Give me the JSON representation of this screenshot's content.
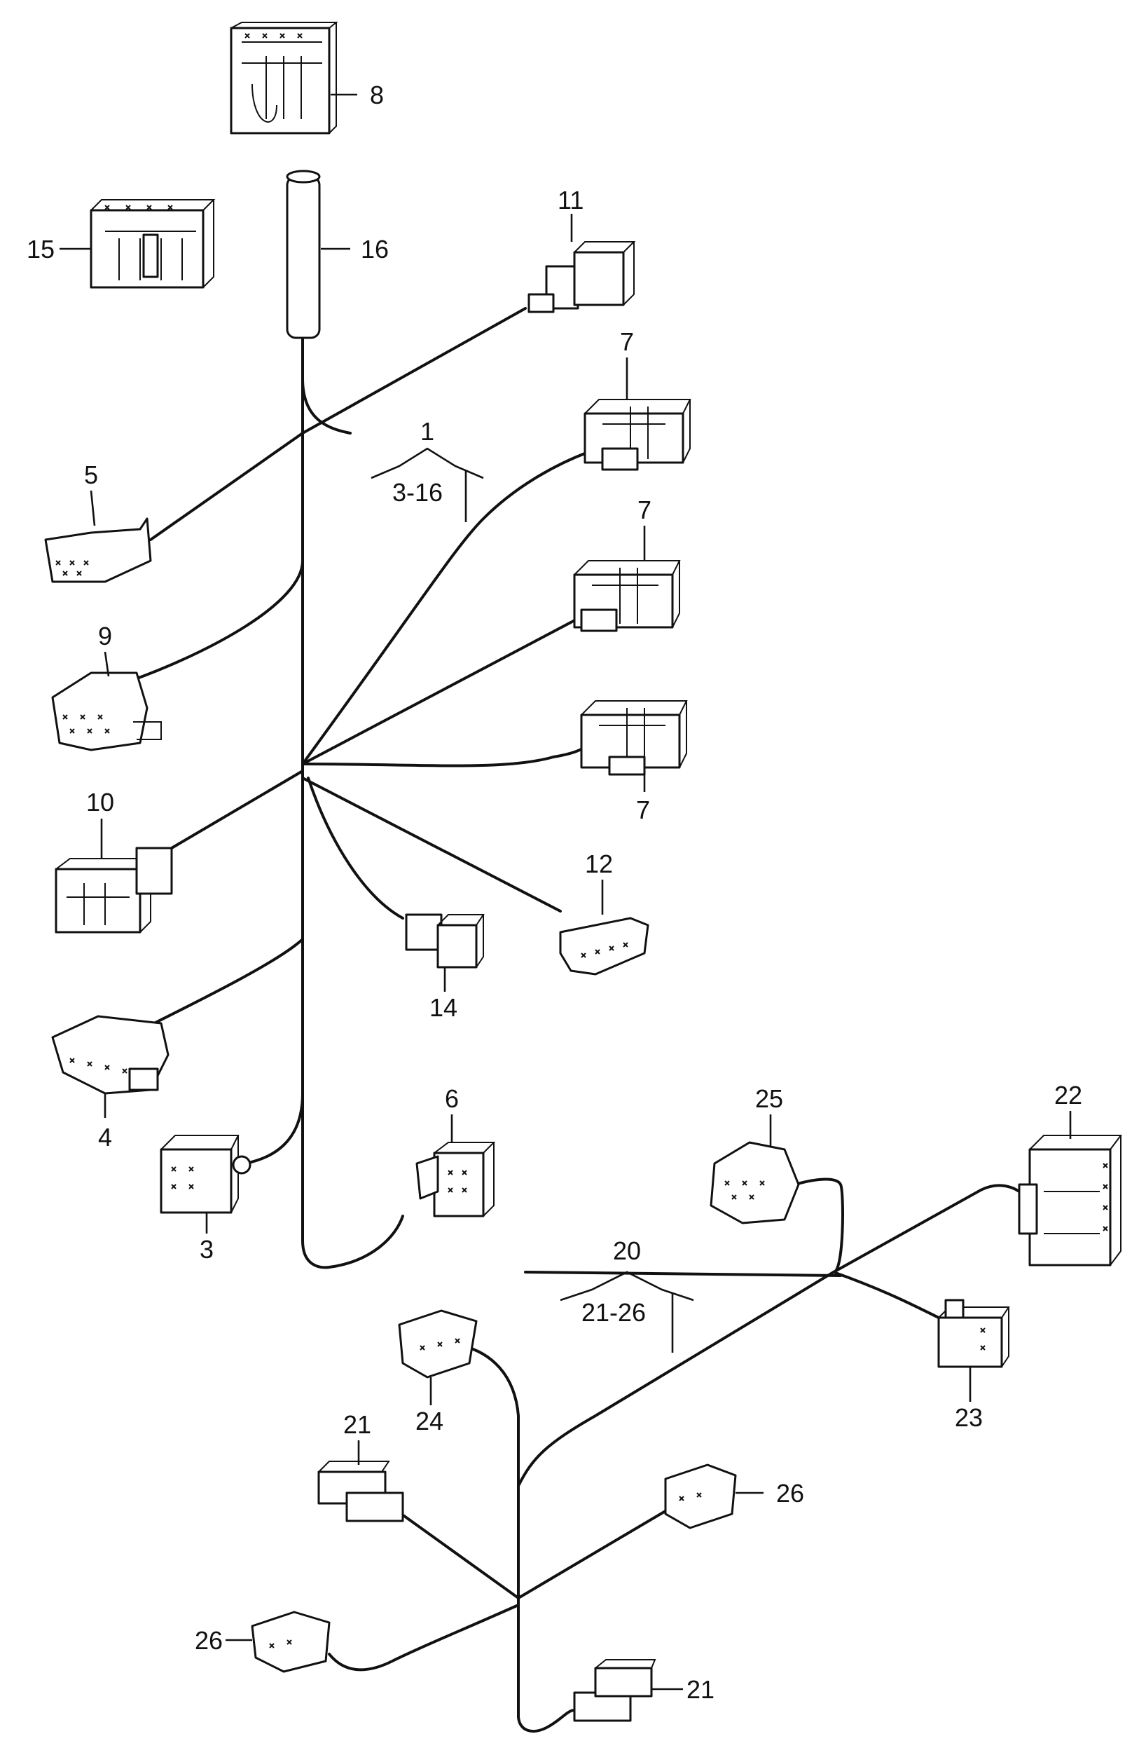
{
  "callouts": {
    "c1": "1",
    "c1_range": "3-16",
    "c3": "3",
    "c4": "4",
    "c5": "5",
    "c6": "6",
    "c7a": "7",
    "c7b": "7",
    "c7c": "7",
    "c8": "8",
    "c9": "9",
    "c10": "10",
    "c11": "11",
    "c12": "12",
    "c14": "14",
    "c15": "15",
    "c16": "16",
    "c20": "20",
    "c20_range": "21-26",
    "c21a": "21",
    "c21b": "21",
    "c22": "22",
    "c23": "23",
    "c24": "24",
    "c25": "25",
    "c26a": "26",
    "c26b": "26"
  }
}
